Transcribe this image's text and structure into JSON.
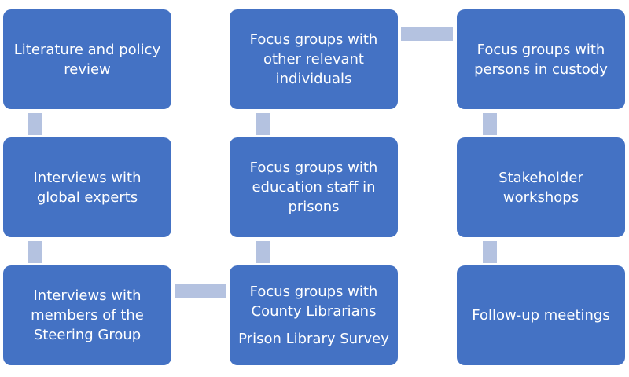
{
  "diagram": {
    "boxes": {
      "literature_review": "Literature and policy review",
      "global_experts": "Interviews with global experts",
      "steering_group": "Interviews with members of the Steering Group",
      "other_individuals": "Focus groups with other relevant individuals",
      "education_staff": "Focus groups with education staff in prisons",
      "county_librarians": "Focus groups with County Librarians",
      "library_survey": "Prison Library Survey",
      "persons_in_custody": "Focus groups with persons in custody",
      "stakeholder_workshops": "Stakeholder workshops",
      "follow_up": "Follow-up meetings"
    },
    "colors": {
      "box_fill": "#4472c4",
      "box_text": "#ffffff",
      "connector": "#b4c2e0",
      "background": "#ffffff"
    }
  }
}
